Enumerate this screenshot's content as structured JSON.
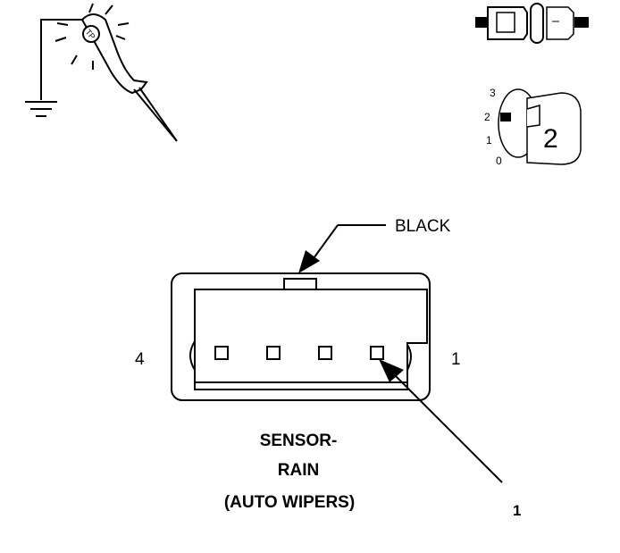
{
  "connector": {
    "color_label": "BLACK",
    "pin_left_label": "4",
    "pin_right_label": "1",
    "title_line1": "SENSOR-",
    "title_line2": "RAIN",
    "title_line3": "(AUTO WIPERS)",
    "callout_number": "1"
  },
  "ignition_switch": {
    "positions": [
      "3",
      "2",
      "1",
      "0"
    ],
    "key_label": "2"
  },
  "test_light": {
    "tip_label": "TP"
  },
  "icons": [
    "test-light-icon",
    "ground-icon",
    "disconnect-connector-icon",
    "ignition-key-icon"
  ],
  "colors": {
    "line": "#000000",
    "background": "#ffffff"
  }
}
